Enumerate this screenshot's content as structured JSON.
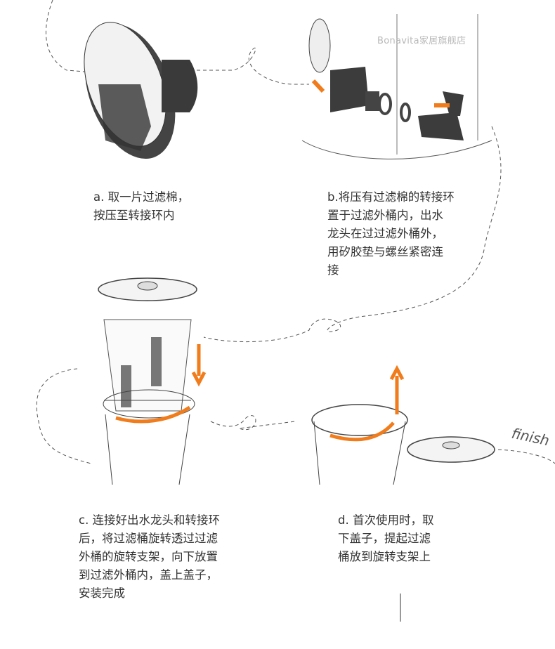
{
  "watermark": "Bonavita家居旗舰店",
  "steps": [
    {
      "id": "a",
      "lines": [
        "a. 取一片过滤棉，",
        "按压至转接环内"
      ]
    },
    {
      "id": "b",
      "lines": [
        "b.将压有过滤棉的转接环",
        "置于过滤外桶内，出水",
        "龙头在过过滤外桶外，",
        "用矽胶垫与螺丝紧密连",
        "接"
      ]
    },
    {
      "id": "c",
      "lines": [
        "c. 连接好出水龙头和转接环",
        "后，将过滤桶旋转透过过滤",
        "外桶的旋转支架，向下放置",
        "到过滤外桶内，盖上盖子，",
        "安装完成"
      ]
    },
    {
      "id": "d",
      "lines": [
        "d. 首次使用时，取",
        "下盖子，提起过滤",
        "桶放到旋转支架上"
      ]
    }
  ],
  "finish_label": "finish",
  "colors": {
    "accent": "#f07c1c",
    "text": "#333333",
    "line": "#444444"
  }
}
